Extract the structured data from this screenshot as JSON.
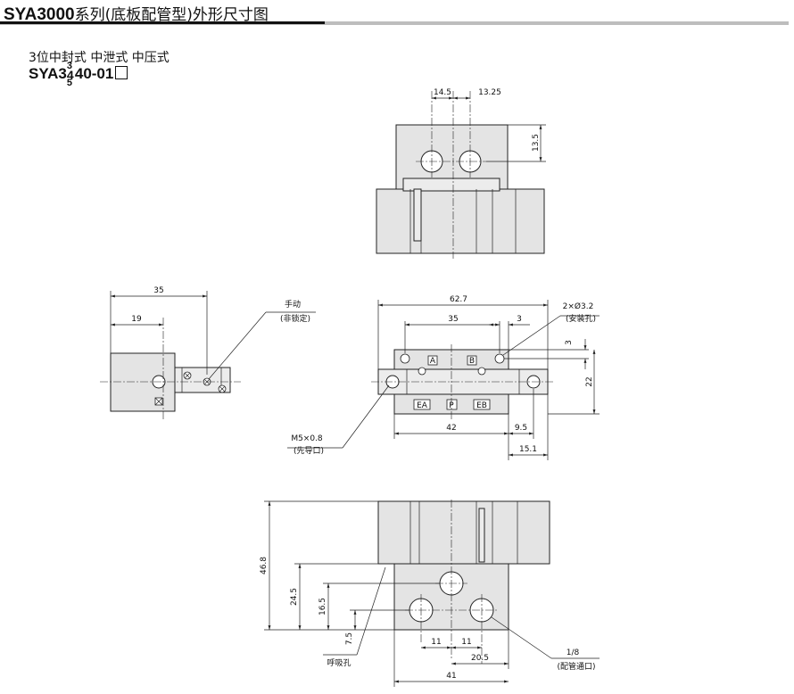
{
  "header": {
    "series": "SYA3000",
    "title_rest": "系列(底板配管型)外形尺寸图"
  },
  "subtitle": "3位中封式  中泄式  中压式",
  "model": {
    "prefix": "SYA3",
    "digit_top": "3",
    "digit_mid": "4",
    "digit_bottom": "5",
    "suffix": "40-01"
  },
  "dimensions": {
    "top_view": {
      "d1": "14.5",
      "d2": "13.25",
      "d3": "13.5"
    },
    "side_view": {
      "d1": "35",
      "d2": "19"
    },
    "manual_label": "手动",
    "manual_note": "(非锁定)",
    "front_view": {
      "width_total": "62.7",
      "hole_pitch": "35",
      "hole_offset": "3",
      "mount_holes": "2×Ø3.2",
      "mount_note": "(安装孔)",
      "v3": "3",
      "v22": "22",
      "d42": "42",
      "d9_5": "9.5",
      "d15_1": "15.1",
      "pilot_port": "M5×0.8",
      "pilot_note": "(先导口)"
    },
    "bottom_view": {
      "h46_8": "46.8",
      "h24_5": "24.5",
      "h16_5": "16.5",
      "h7_5": "7.5",
      "d11_a": "11",
      "d11_b": "11",
      "d20_5": "20.5",
      "d41": "41",
      "exhaust": "呼吸孔",
      "port_size": "1/8",
      "port_note": "(配管通口)"
    }
  },
  "port_labels": {
    "a": "A",
    "b": "B",
    "ea": "EA",
    "p": "P",
    "eb": "EB"
  }
}
